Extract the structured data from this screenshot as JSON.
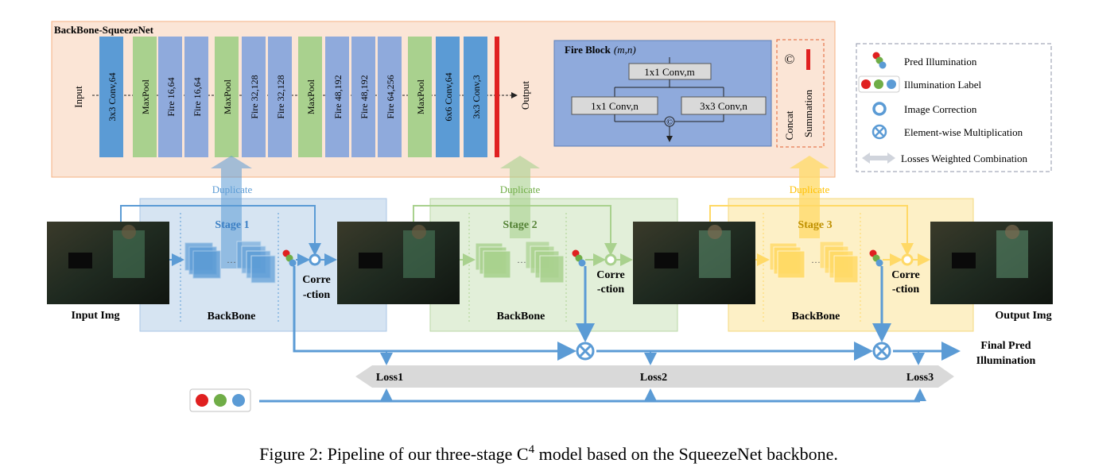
{
  "backbone": {
    "title": "BackBone-SqueezeNet",
    "input_label": "Input",
    "output_label": "Output",
    "layers": [
      {
        "label": "3x3 Conv,64",
        "kind": "conv"
      },
      {
        "label": "MaxPool",
        "kind": "pool"
      },
      {
        "label": "Fire 16,64",
        "kind": "fire"
      },
      {
        "label": "Fire 16,64",
        "kind": "fire"
      },
      {
        "label": "MaxPool",
        "kind": "pool"
      },
      {
        "label": "Fire 32,128",
        "kind": "fire"
      },
      {
        "label": "Fire 32,128",
        "kind": "fire"
      },
      {
        "label": "MaxPool",
        "kind": "pool"
      },
      {
        "label": "Fire 48,192",
        "kind": "fire"
      },
      {
        "label": "Fire 48,192",
        "kind": "fire"
      },
      {
        "label": "Fire 64,256",
        "kind": "fire"
      },
      {
        "label": "MaxPool",
        "kind": "pool"
      },
      {
        "label": "6x6 Conv,64",
        "kind": "conv"
      },
      {
        "label": "3x3 Conv,3",
        "kind": "conv"
      }
    ]
  },
  "fire_block": {
    "title": "Fire Block",
    "title_params": "(m,n)",
    "squeeze": "1x1 Conv,m",
    "expand_left": "1x1 Conv,n",
    "expand_right": "3x3 Conv,n",
    "concat_symbol": "©"
  },
  "concat_box": {
    "concat_label": "Concat",
    "summation_label": "Summation",
    "symbol": "©"
  },
  "legend": {
    "pred_illumination": "Pred Illumination",
    "illumination_label": "Illumination Label",
    "image_correction": "Image Correction",
    "elementwise_multiplication": "Element-wise Multiplication",
    "losses_weighted_combination": "Losses Weighted Combination"
  },
  "stages": [
    {
      "title": "Stage 1",
      "backbone": "BackBone",
      "duplicate": "Duplicate",
      "corr_line1": "Corre",
      "corr_line2": "-ction",
      "color": "#5b9bd5"
    },
    {
      "title": "Stage 2",
      "backbone": "BackBone",
      "duplicate": "Duplicate",
      "corr_line1": "Corre",
      "corr_line2": "-ction",
      "color": "#70ad47"
    },
    {
      "title": "Stage 3",
      "backbone": "BackBone",
      "duplicate": "Duplicate",
      "corr_line1": "Corre",
      "corr_line2": "-ction",
      "color": "#ffc000"
    }
  ],
  "input_img_label": "Input Img",
  "output_img_label": "Output Img",
  "final_pred_line1": "Final Pred",
  "final_pred_line2": "Illumination",
  "losses": [
    "Loss1",
    "Loss2",
    "Loss3"
  ],
  "caption": {
    "before": "Figure 2: Pipeline of our three-stage C",
    "sup": "4",
    "after": " model based on the SqueezeNet backbone."
  },
  "colors": {
    "conv": "#5b9bd5",
    "pool": "#a9d18e",
    "fire": "#8faadc",
    "backbone_panel": "#fbe5d6",
    "fire_block_bg": "#8faadc",
    "arrow": "#5b9bd5",
    "red": "#e02020",
    "green": "#70ad47",
    "blue": "#5b9bd5"
  }
}
